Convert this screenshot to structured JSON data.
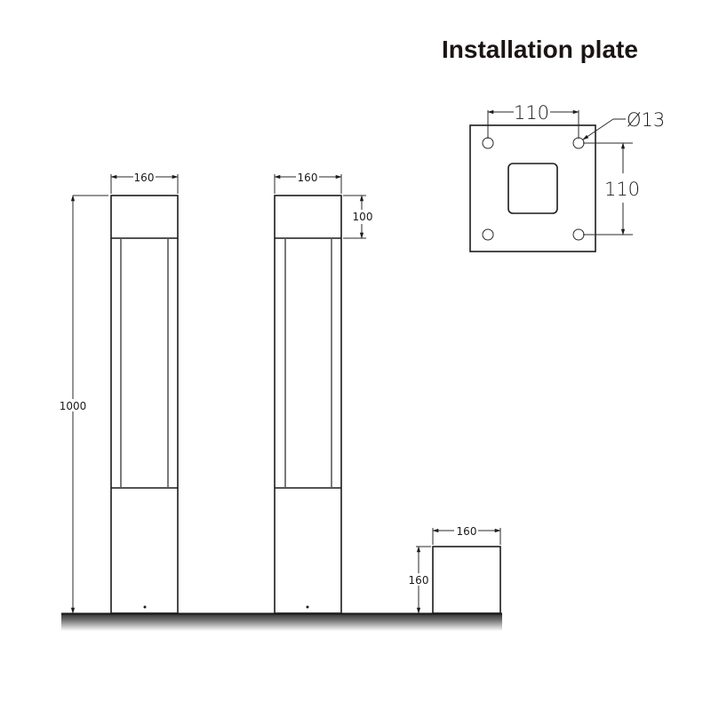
{
  "title": "Installation plate",
  "installation_plate": {
    "hole_spacing_horizontal": "110",
    "hole_spacing_vertical": "110",
    "hole_diameter": "Ø13",
    "hole_count": 4
  },
  "post_1": {
    "width_label": "160",
    "height_label": "1000"
  },
  "post_2": {
    "width_label": "160",
    "cap_height_label": "100"
  },
  "base_block": {
    "width_label": "160",
    "height_label": "160"
  },
  "colors": {
    "line": "#1c1c1c",
    "ground_top": "#2b2b2b",
    "ground_bottom": "#ffffff"
  }
}
